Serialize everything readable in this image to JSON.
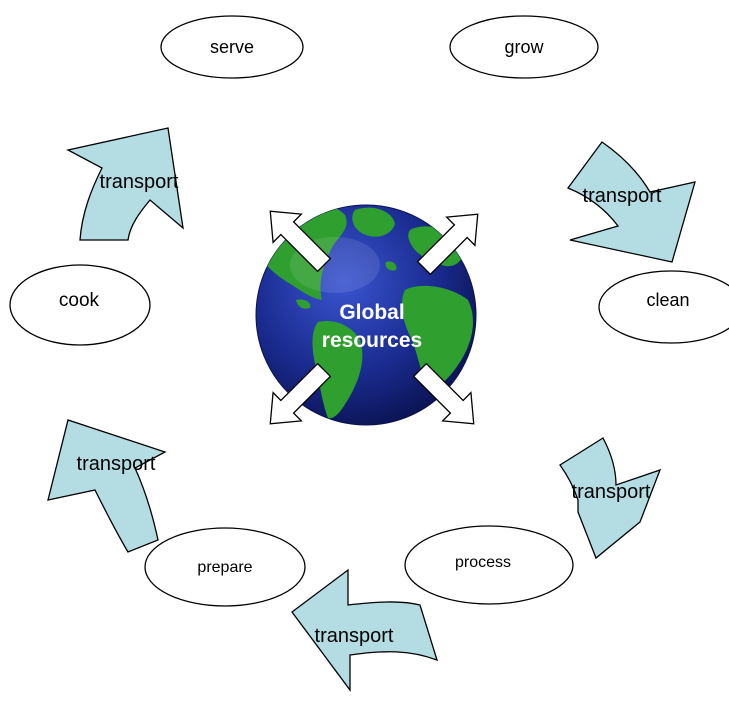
{
  "diagram": {
    "center": {
      "line1": "Global",
      "line2": "resources"
    },
    "stages": {
      "serve": "serve",
      "grow": "grow",
      "clean": "clean",
      "process": "process",
      "prepare": "prepare",
      "cook": "cook"
    },
    "transport_labels": {
      "right_upper": "transport",
      "right_lower": "transport",
      "bottom": "transport",
      "left_lower": "transport",
      "left_upper": "transport"
    }
  },
  "colors": {
    "arrow_fill": "#b3dde3",
    "ocean": "#1a2b8f",
    "land": "#2fa02f",
    "outline": "#000000"
  }
}
